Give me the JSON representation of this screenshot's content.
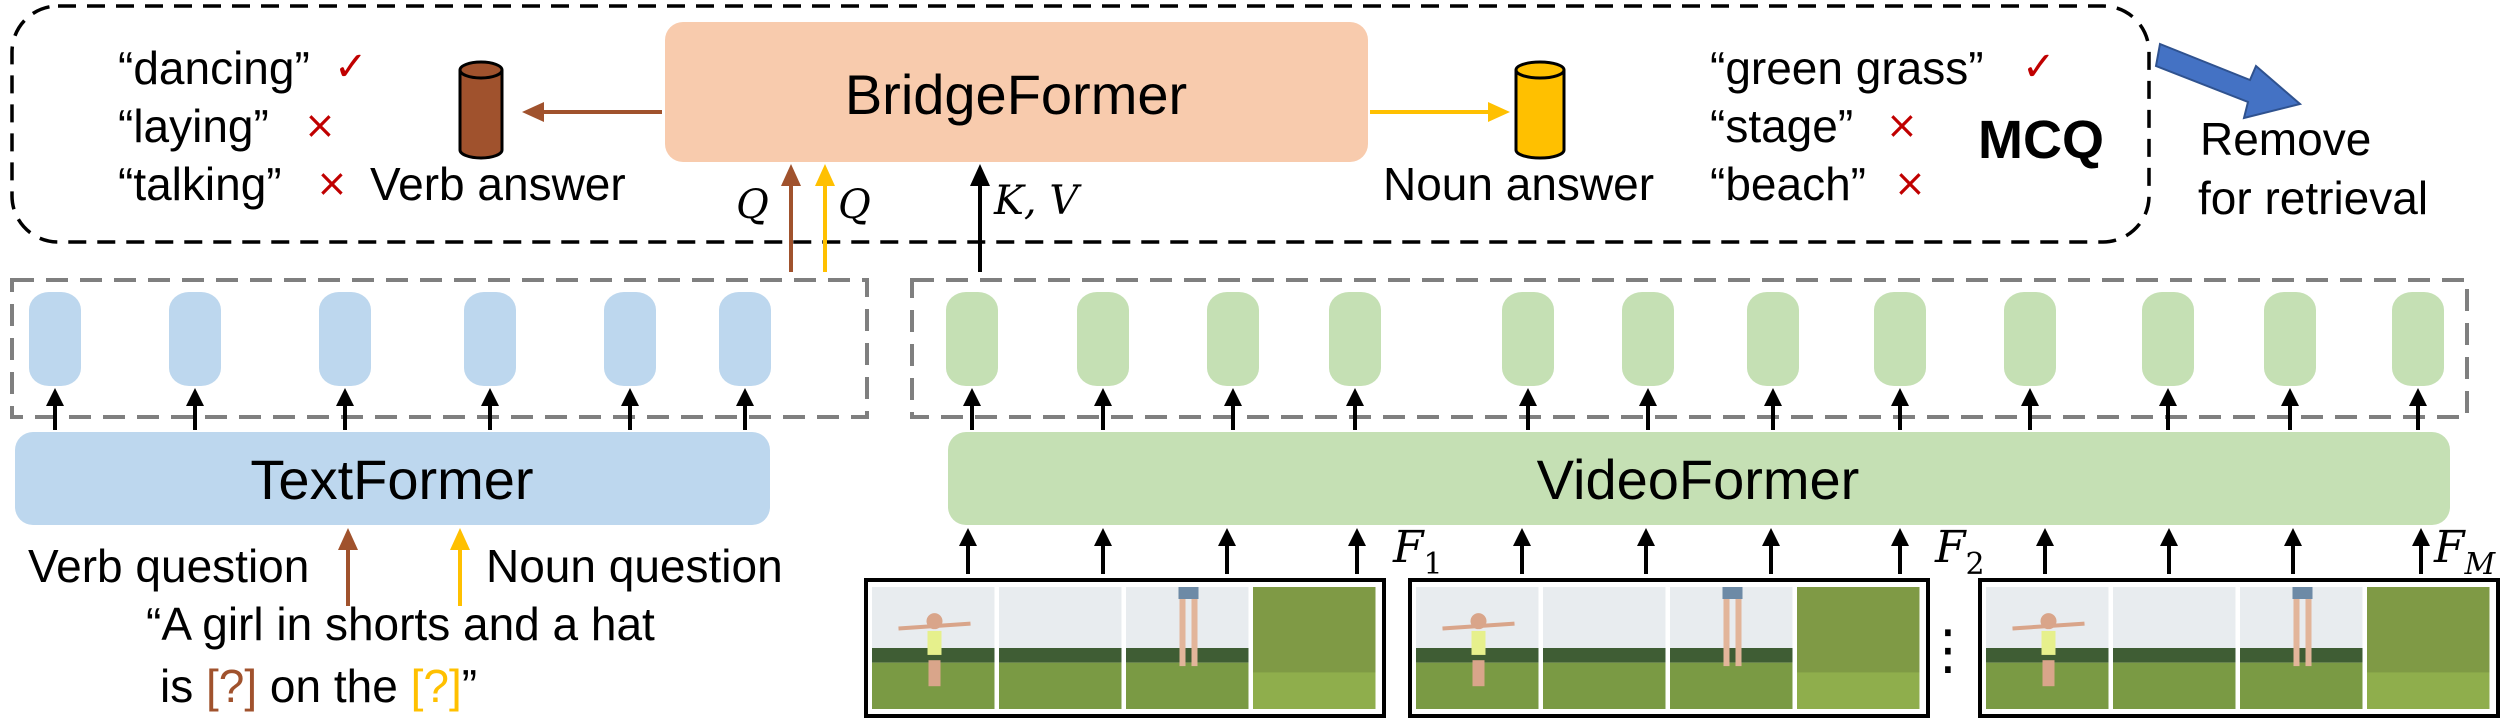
{
  "bridgeformer": {
    "title": "BridgeFormer",
    "q_brown": "Q",
    "q_yellow": "Q",
    "kv": "K, V"
  },
  "verb_panel": {
    "options": [
      {
        "text": "“dancing”",
        "mark": "✓"
      },
      {
        "text": "“laying”",
        "mark": "×"
      },
      {
        "text": "“talking”",
        "mark": "×"
      }
    ],
    "answer_label": "Verb answer"
  },
  "noun_panel": {
    "options": [
      {
        "text": "“green grass”",
        "mark": "✓"
      },
      {
        "text": "“stage”",
        "mark": "×"
      },
      {
        "text": "“beach”",
        "mark": "×"
      }
    ],
    "answer_label": "Noun answer"
  },
  "mcq_label": "MCQ",
  "remove_note": {
    "line1": "Remove",
    "line2": "for retrieval"
  },
  "textformer": {
    "title": "TextFormer",
    "verb_question": "Verb question",
    "noun_question": "Noun question",
    "sentence_line1": "“A girl in shorts and a hat",
    "sentence_line2_pre": "is ",
    "verb_blank": "[?]",
    "sentence_line2_mid": " on the ",
    "noun_blank": "[?]",
    "sentence_line2_post": "”"
  },
  "videoformer": {
    "title": "VideoFormer",
    "frame_labels": [
      {
        "base": "F",
        "sub": "1"
      },
      {
        "base": "F",
        "sub": "2"
      },
      {
        "base": "F",
        "sub": "M"
      }
    ],
    "ellipsis": "⋮"
  },
  "colors": {
    "bridge_fill": "#f8cbad",
    "text_token": "#bdd7ee",
    "video_token": "#c5e0b4",
    "textformer_fill": "#bdd7ee",
    "videoformer_fill": "#c5e0b4",
    "verb_color": "#a0522d",
    "noun_color": "#ffc000",
    "check_color": "#c00000",
    "arrow_blue": "#4472c4"
  }
}
